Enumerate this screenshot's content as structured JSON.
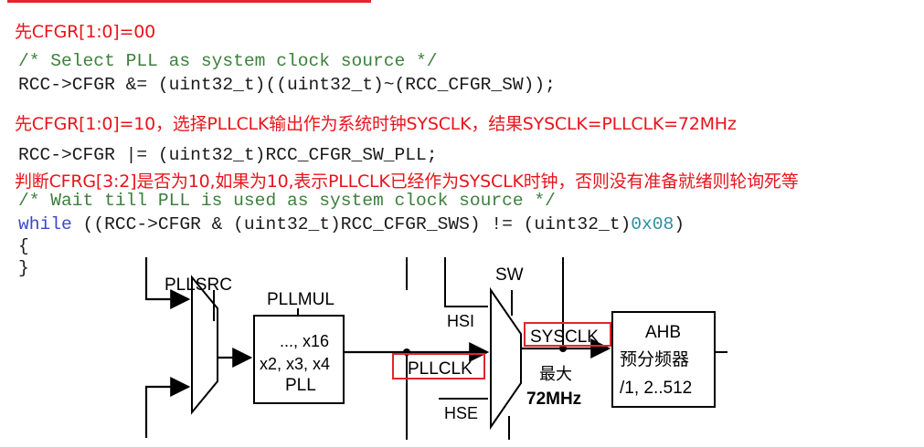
{
  "notes": {
    "n1": "先CFGR[1:0]=00",
    "n2": "先CFGR[1:0]=10，选择PLLCLK输出作为系统时钟SYSCLK，结果SYSCLK=PLLCLK=72MHz",
    "n3": "判断CFRG[3:2]是否为10,如果为10,表示PLLCLK已经作为SYSCLK时钟，否则没有准备就绪则轮询死等"
  },
  "code": {
    "c1": "/* Select PLL as system clock source */",
    "c2": "RCC->CFGR &= (uint32_t)((uint32_t)~(RCC_CFGR_SW));",
    "c3": "RCC->CFGR |= (uint32_t)RCC_CFGR_SW_PLL;",
    "c4": "/* Wait till PLL is used as system clock source */",
    "c5_kw": "while",
    "c5_mid": " ((RCC->CFGR & (uint32_t)RCC_CFGR_SWS) != (uint32_t)",
    "c5_num": "0x08",
    "c5_end": ")",
    "c6": "{",
    "c7": "}"
  },
  "diagram": {
    "pllsrc": "PLLSRC",
    "pllmul": "PLLMUL",
    "mul_line1": "..., x16",
    "mul_line2": "x2, x3, x4",
    "mul_line3": "PLL",
    "sw": "SW",
    "hsi": "HSI",
    "hse": "HSE",
    "pllclk": "PLLCLK",
    "sysclk": "SYSCLK",
    "max_label": "最大",
    "max_freq": "72MHz",
    "ahb_title": "AHB",
    "ahb_line2": "预分频器",
    "ahb_line3": "/1, 2..512"
  },
  "colors": {
    "note_red": "#e8141b",
    "comment_green": "#3c7f3c",
    "keyword_blue": "#3a48c8"
  }
}
